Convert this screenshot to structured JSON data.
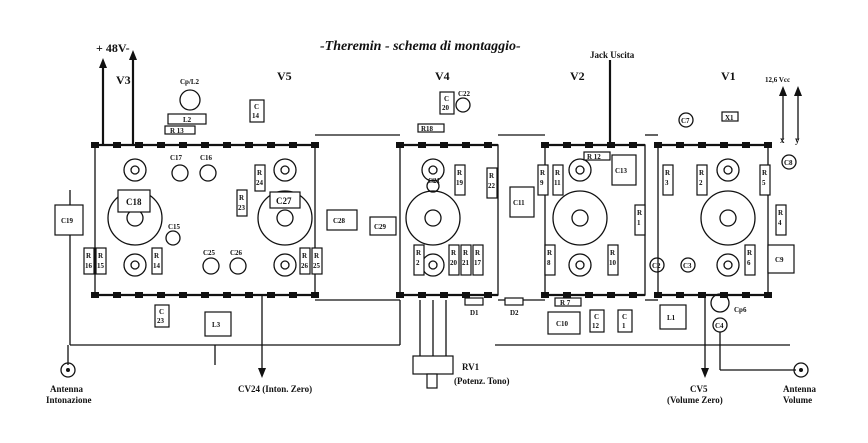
{
  "title": "-Theremin - schema di montaggio-",
  "supply": {
    "label": "+ 48V-",
    "vcc": "12,6 Vcc",
    "x": "x",
    "y": "y"
  },
  "tubes": {
    "v1": "V1",
    "v2": "V2",
    "v3": "V3",
    "v4": "V4",
    "v5": "V5"
  },
  "outputs": {
    "jack": "Jack Uscita",
    "antenna_pitch": [
      "Antenna",
      "Intonazione"
    ],
    "antenna_volume": [
      "Antenna",
      "Volume"
    ],
    "cv24": "CV24 (Inton. Zero)",
    "cv5": [
      "CV5",
      "(Volume Zero)"
    ],
    "rv1": [
      "RV1",
      "(Potenz. Tono)"
    ]
  },
  "components": {
    "cp_l2": "Cp/L2",
    "l2": "L2",
    "r13": "R 13",
    "c14": [
      "C",
      "14"
    ],
    "c17": "C17",
    "c16": "C16",
    "c18": "C18",
    "c19": "C19",
    "c15": "C15",
    "r16": [
      "R",
      "16"
    ],
    "r15": [
      "R",
      "15"
    ],
    "r14": [
      "R",
      "14"
    ],
    "r24": [
      "R",
      "24"
    ],
    "r23": [
      "R",
      "23"
    ],
    "c27": "C27",
    "r26": [
      "R",
      "26"
    ],
    "r25": [
      "R",
      "25"
    ],
    "c28": "C28",
    "c25": "C25",
    "c26": "C26",
    "c23": [
      "C",
      "23"
    ],
    "l3": "L3",
    "c20": [
      "C",
      "20"
    ],
    "c22": "C22",
    "r18": "R18",
    "c21": "C21",
    "r19": [
      "R",
      "19"
    ],
    "r22": [
      "R",
      "22"
    ],
    "c29": "C29",
    "r2_v4": [
      "R",
      "2"
    ],
    "r20": [
      "R",
      "20"
    ],
    "r21": [
      "R",
      "21"
    ],
    "r17": [
      "R",
      "17"
    ],
    "d1": "D1",
    "d2": "D2",
    "c11": "C11",
    "r9": [
      "R",
      "9"
    ],
    "r11": [
      "R",
      "11"
    ],
    "r12": "R 12",
    "c13": "C13",
    "r8": [
      "R",
      "8"
    ],
    "r10": [
      "R",
      "10"
    ],
    "r7": "R 7",
    "c10": "C10",
    "c12": [
      "C",
      "12"
    ],
    "c1": [
      "C",
      "1"
    ],
    "r1": [
      "R",
      "1"
    ],
    "c7": "C7",
    "x1": "X1",
    "r3": [
      "R",
      "3"
    ],
    "r2_v1": [
      "R",
      "2"
    ],
    "r5": [
      "R",
      "5"
    ],
    "c8": "C8",
    "r4": [
      "R",
      "4"
    ],
    "r6": [
      "R",
      "6"
    ],
    "c2": "C2",
    "c3": "C3",
    "l1": "L1",
    "cp6": "Cp6",
    "c4": "C4",
    "c9": "C9"
  }
}
